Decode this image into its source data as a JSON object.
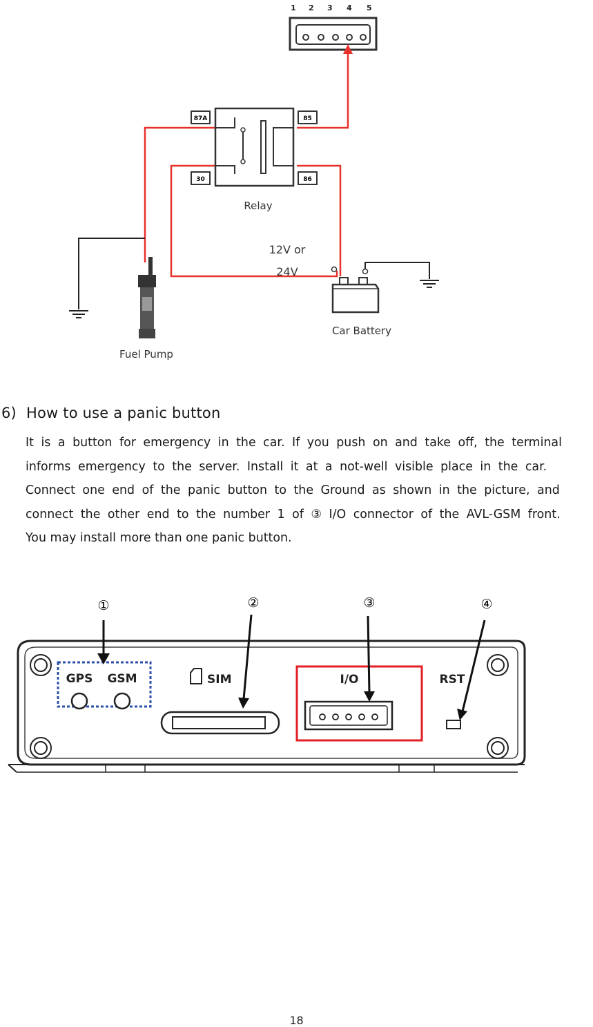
{
  "wiring_diagram": {
    "pin_labels": [
      "1",
      "2",
      "3",
      "4",
      "5"
    ],
    "relay_terminals": {
      "t87a": "87A",
      "t85": "85",
      "t30": "30",
      "t86": "86"
    },
    "relay_label": "Relay",
    "voltage_line1": "12V or",
    "voltage_line2": "24V",
    "battery_label": "Car Battery",
    "pump_label": "Fuel Pump",
    "colors": {
      "wire": "#e8312b",
      "outline": "#333333"
    }
  },
  "section": {
    "number": "6)",
    "title": "How to use a panic button",
    "lines": [
      "It is a button for emergency in the car.  If you push on and take off, the terminal",
      "informs emergency to the server.  Install it at a not-well visible place in the car.",
      "Connect one end of the panic button to the Ground as shown in the picture, and",
      "connect the other end to the number 1 of ③ I/O connector of the AVL-GSM front.",
      "You may install more than one panic button."
    ]
  },
  "device_diagram": {
    "callouts": [
      "①",
      "②",
      "③",
      "④"
    ],
    "labels": {
      "gps": "GPS",
      "gsm": "GSM",
      "sim": "SIM",
      "io": "I/O",
      "rst": "RST"
    },
    "colors": {
      "gps_box": "#2b4fa8",
      "io_box": "#e31e24"
    }
  },
  "page_number": "18"
}
